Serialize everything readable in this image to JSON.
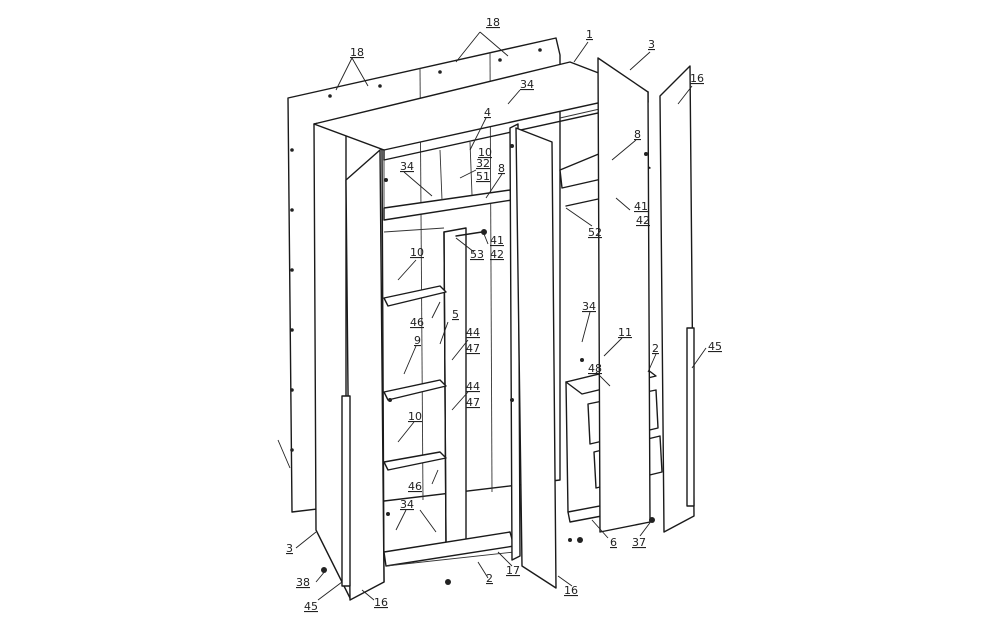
{
  "colors": {
    "line": "#1a1a1a",
    "background": "#ffffff"
  },
  "callouts": [
    {
      "id": "c18a",
      "text": "18"
    },
    {
      "id": "c18b",
      "text": "18"
    },
    {
      "id": "c1",
      "text": "1"
    },
    {
      "id": "c3a",
      "text": "3"
    },
    {
      "id": "c16a",
      "text": "16"
    },
    {
      "id": "c34a",
      "text": "34"
    },
    {
      "id": "c4",
      "text": "4"
    },
    {
      "id": "c10a",
      "text": "10"
    },
    {
      "id": "c32",
      "text": "32"
    },
    {
      "id": "c51",
      "text": "51"
    },
    {
      "id": "c8a",
      "text": "8"
    },
    {
      "id": "c34b",
      "text": "34"
    },
    {
      "id": "c8b",
      "text": "8"
    },
    {
      "id": "c41a",
      "text": "41"
    },
    {
      "id": "c42a",
      "text": "42"
    },
    {
      "id": "c52",
      "text": "52"
    },
    {
      "id": "c41b",
      "text": "41"
    },
    {
      "id": "c42b",
      "text": "42"
    },
    {
      "id": "c53",
      "text": "53"
    },
    {
      "id": "c10b",
      "text": "10"
    },
    {
      "id": "c46a",
      "text": "46"
    },
    {
      "id": "c5",
      "text": "5"
    },
    {
      "id": "c44a",
      "text": "44"
    },
    {
      "id": "c47a",
      "text": "47"
    },
    {
      "id": "c34c",
      "text": "34"
    },
    {
      "id": "c11",
      "text": "11"
    },
    {
      "id": "c2a",
      "text": "2"
    },
    {
      "id": "c45a",
      "text": "45"
    },
    {
      "id": "c9",
      "text": "9"
    },
    {
      "id": "c48",
      "text": "48"
    },
    {
      "id": "c44b",
      "text": "44"
    },
    {
      "id": "c47b",
      "text": "47"
    },
    {
      "id": "c10c",
      "text": "10"
    },
    {
      "id": "c46b",
      "text": "46"
    },
    {
      "id": "c34d",
      "text": "34"
    },
    {
      "id": "c6",
      "text": "6"
    },
    {
      "id": "c37",
      "text": "37"
    },
    {
      "id": "c3b",
      "text": "3"
    },
    {
      "id": "c38",
      "text": "38"
    },
    {
      "id": "c45b",
      "text": "45"
    },
    {
      "id": "c16b",
      "text": "16"
    },
    {
      "id": "c2b",
      "text": "2"
    },
    {
      "id": "c17",
      "text": "17"
    },
    {
      "id": "c16c",
      "text": "16"
    }
  ]
}
